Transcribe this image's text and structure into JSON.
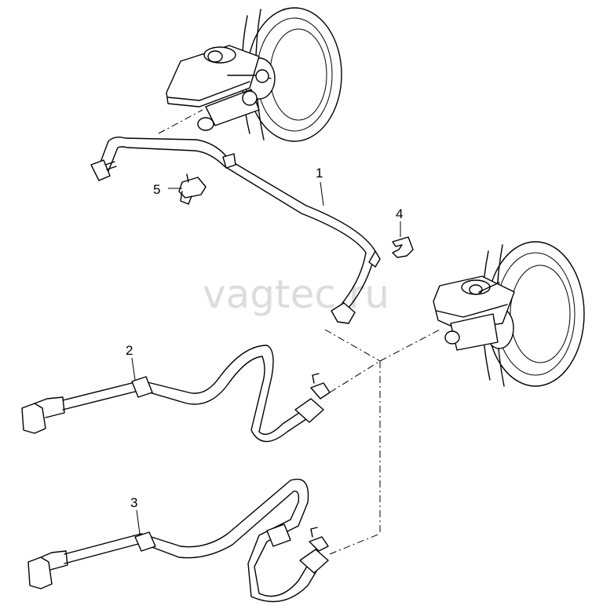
{
  "watermark": "vagtec.ru",
  "callouts": {
    "c1": "1",
    "c2": "2",
    "c3": "3",
    "c4": "4",
    "c5": "5"
  }
}
